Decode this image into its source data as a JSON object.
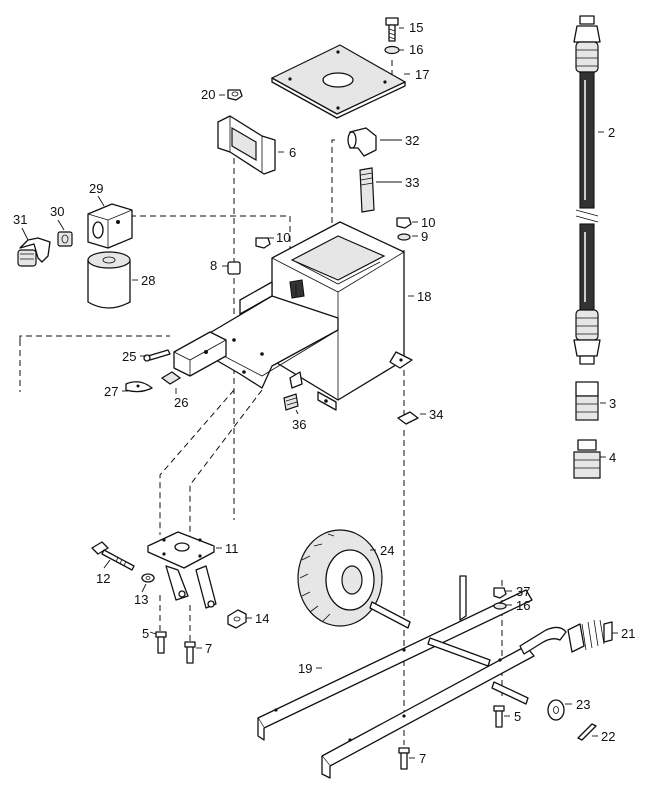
{
  "callouts": [
    {
      "id": "c15",
      "text": "15"
    },
    {
      "id": "c16a",
      "text": "16"
    },
    {
      "id": "c17",
      "text": "17"
    },
    {
      "id": "c2",
      "text": "2"
    },
    {
      "id": "c20",
      "text": "20"
    },
    {
      "id": "c6",
      "text": "6"
    },
    {
      "id": "c32",
      "text": "32"
    },
    {
      "id": "c33",
      "text": "33"
    },
    {
      "id": "c29",
      "text": "29"
    },
    {
      "id": "c31",
      "text": "31"
    },
    {
      "id": "c30",
      "text": "30"
    },
    {
      "id": "c10a",
      "text": "10"
    },
    {
      "id": "c9",
      "text": "9"
    },
    {
      "id": "c10b",
      "text": "10"
    },
    {
      "id": "c8",
      "text": "8"
    },
    {
      "id": "c28",
      "text": "28"
    },
    {
      "id": "c18",
      "text": "18"
    },
    {
      "id": "c25",
      "text": "25"
    },
    {
      "id": "c27",
      "text": "27"
    },
    {
      "id": "c26",
      "text": "26"
    },
    {
      "id": "c36",
      "text": "36"
    },
    {
      "id": "c34",
      "text": "34"
    },
    {
      "id": "c3",
      "text": "3"
    },
    {
      "id": "c4",
      "text": "4"
    },
    {
      "id": "c11",
      "text": "11"
    },
    {
      "id": "c24",
      "text": "24"
    },
    {
      "id": "c12",
      "text": "12"
    },
    {
      "id": "c13",
      "text": "13"
    },
    {
      "id": "c14",
      "text": "14"
    },
    {
      "id": "c5a",
      "text": "5"
    },
    {
      "id": "c7a",
      "text": "7"
    },
    {
      "id": "c37",
      "text": "37"
    },
    {
      "id": "c16b",
      "text": "16"
    },
    {
      "id": "c21",
      "text": "21"
    },
    {
      "id": "c19",
      "text": "19"
    },
    {
      "id": "c5b",
      "text": "5"
    },
    {
      "id": "c23",
      "text": "23"
    },
    {
      "id": "c22",
      "text": "22"
    },
    {
      "id": "c7b",
      "text": "7"
    }
  ]
}
